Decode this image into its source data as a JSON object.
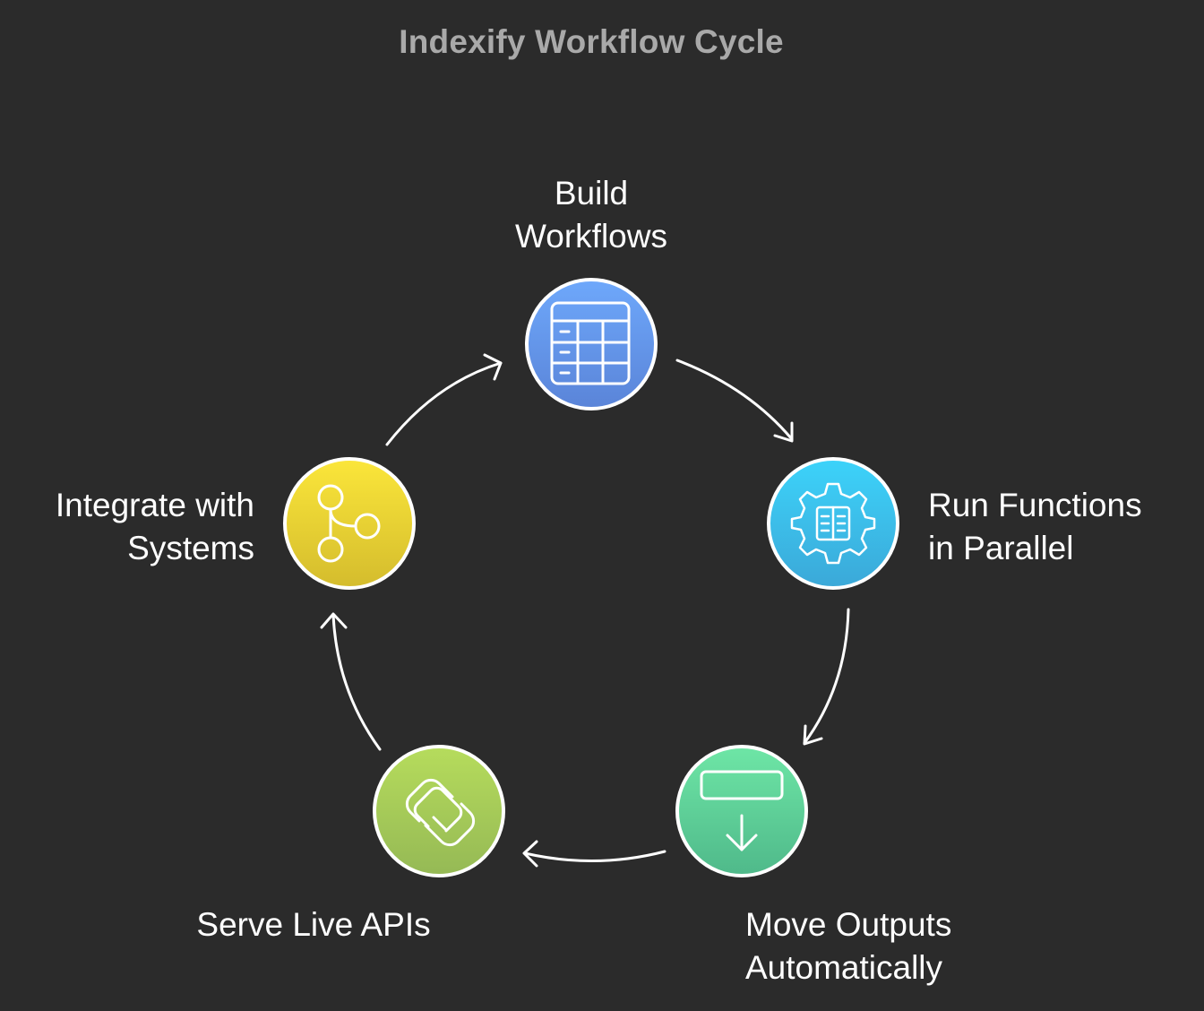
{
  "title": "Indexify Workflow Cycle",
  "steps": [
    {
      "line1": "Build",
      "line2": "Workflows",
      "icon": "table-icon",
      "color_top": "#6ea8fb",
      "color_bottom": "#5a84d8"
    },
    {
      "line1": "Run Functions",
      "line2": "in Parallel",
      "icon": "gear-code-icon",
      "color_top": "#3cd3fa",
      "color_bottom": "#3ba8d8"
    },
    {
      "line1": "Move Outputs",
      "line2": "Automatically",
      "icon": "download-icon",
      "color_top": "#6ee6a6",
      "color_bottom": "#4fb98a"
    },
    {
      "line1": "Serve Live APIs",
      "line2": "",
      "icon": "squarespace-icon",
      "color_top": "#b6dc5c",
      "color_bottom": "#95b955"
    },
    {
      "line1": "Integrate with",
      "line2": "Systems",
      "icon": "git-branch-icon",
      "color_top": "#fbe63a",
      "color_bottom": "#d4bc2d"
    }
  ]
}
